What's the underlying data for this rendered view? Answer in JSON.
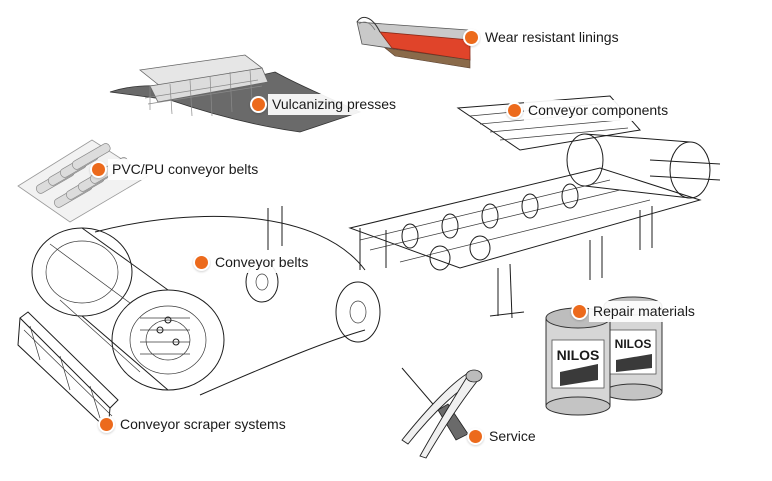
{
  "hotspots": [
    {
      "id": "wear",
      "label": "Wear resistant linings"
    },
    {
      "id": "vulcanizing",
      "label": "Vulcanizing presses"
    },
    {
      "id": "components",
      "label": "Conveyor components"
    },
    {
      "id": "pvc",
      "label": "PVC/PU conveyor belts"
    },
    {
      "id": "belts",
      "label": "Conveyor belts"
    },
    {
      "id": "repair",
      "label": "Repair materials"
    },
    {
      "id": "scraper",
      "label": "Conveyor scraper systems"
    },
    {
      "id": "service",
      "label": "Service"
    }
  ],
  "can_brand": "NILOS",
  "colors": {
    "accent": "#ec6a1c",
    "lining": "#e0442a",
    "ink": "#1d1d1d"
  }
}
